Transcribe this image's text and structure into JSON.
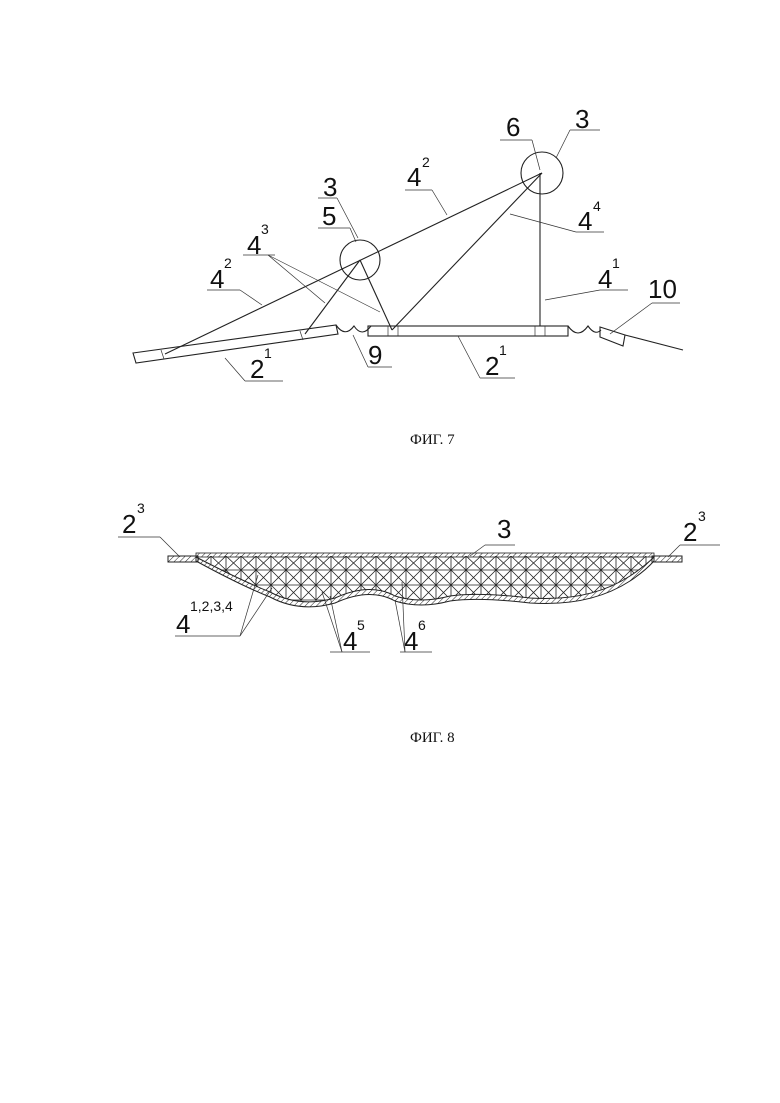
{
  "fig7": {
    "caption": "ФИГ. 7",
    "labels": {
      "l6": "6",
      "l3_right": "3",
      "l4_2_top": "4",
      "l4_2_top_sup": "2",
      "l3_left": "3",
      "l5": "5",
      "l4_3": "4",
      "l4_3_sup": "3",
      "l4_4": "4",
      "l4_4_sup": "4",
      "l4_2_left": "4",
      "l4_2_left_sup": "2",
      "l4_1": "4",
      "l4_1_sup": "1",
      "l10": "10",
      "l9": "9",
      "l2_1_left": "2",
      "l2_1_left_sup": "1",
      "l2_1_right": "2",
      "l2_1_right_sup": "1"
    }
  },
  "fig8": {
    "caption": "ФИГ. 8",
    "labels": {
      "l2_3_left": "2",
      "l2_3_left_sup": "3",
      "l3": "3",
      "l2_3_right": "2",
      "l2_3_right_sup": "3",
      "l4_1234": "4",
      "l4_1234_sup": "1,2,3,4",
      "l4_5": "4",
      "l4_5_sup": "5",
      "l4_6": "4",
      "l4_6_sup": "6"
    }
  }
}
